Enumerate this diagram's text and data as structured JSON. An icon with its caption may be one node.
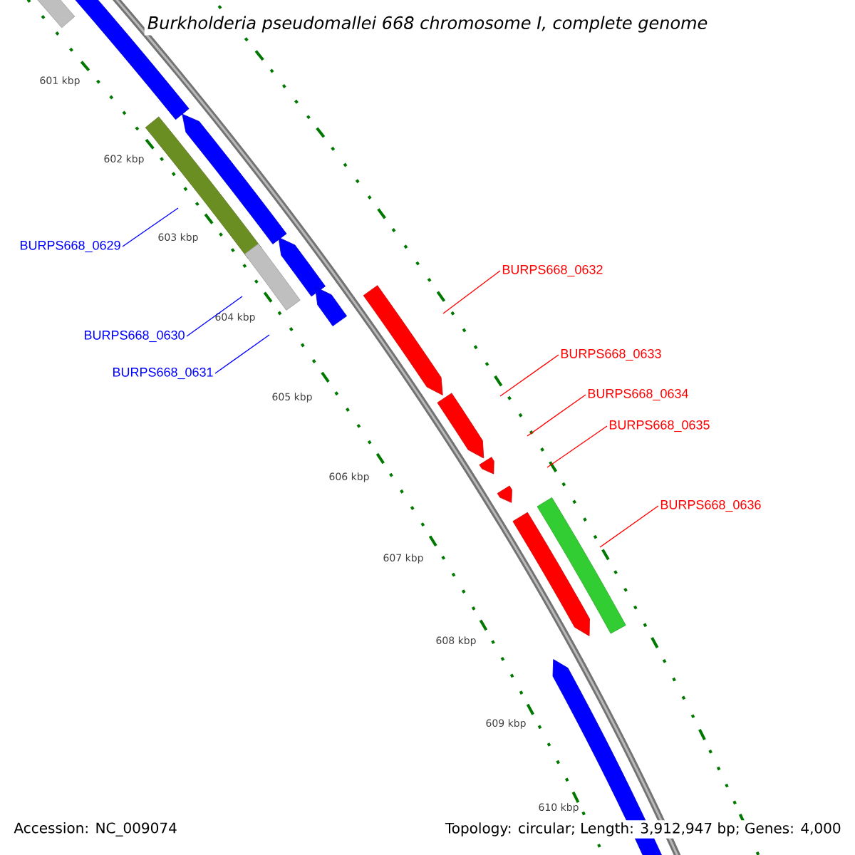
{
  "diagram": {
    "title": "Burkholderia pseudomallei 668 chromosome I, complete genome",
    "nodes": [
      {
        "text": [
          "BURPS668_0629"
        ]
      },
      {
        "text": [
          "BURPS668_0630"
        ]
      },
      {
        "text": [
          "BURPS668_0631"
        ]
      },
      {
        "text": [
          "BURPS668_0632"
        ]
      },
      {
        "text": [
          "BURPS668_0633"
        ]
      },
      {
        "text": [
          "BURPS668_0634"
        ]
      },
      {
        "text": [
          "BURPS668_0635"
        ]
      },
      {
        "text": [
          "BURPS668_0636"
        ]
      }
    ],
    "edges": [
      {
        "from": 0,
        "to": null,
        "arrow": "none",
        "color": "#0000ff"
      },
      {
        "from": 1,
        "to": null,
        "arrow": "none",
        "color": "#0000ff"
      },
      {
        "from": 2,
        "to": null,
        "arrow": "none",
        "color": "#0000ff"
      },
      {
        "from": 3,
        "to": null,
        "arrow": "none"
      },
      {
        "from": 4,
        "to": null,
        "arrow": "none"
      },
      {
        "from": 5,
        "to": null,
        "arrow": "none"
      },
      {
        "from": 6,
        "to": null,
        "arrow": "none"
      },
      {
        "from": 7,
        "to": null,
        "arrow": "none"
      }
    ],
    "labels": [
      "601 kbp",
      "602 kbp",
      "603 kbp",
      "604 kbp",
      "605 kbp",
      "606 kbp",
      "607 kbp",
      "608 kbp",
      "609 kbp",
      "610 kbp",
      "Accession: NC_009074",
      "Topology: circular; Length: 3,912,947 bp; Genes: 4,000"
    ]
  }
}
